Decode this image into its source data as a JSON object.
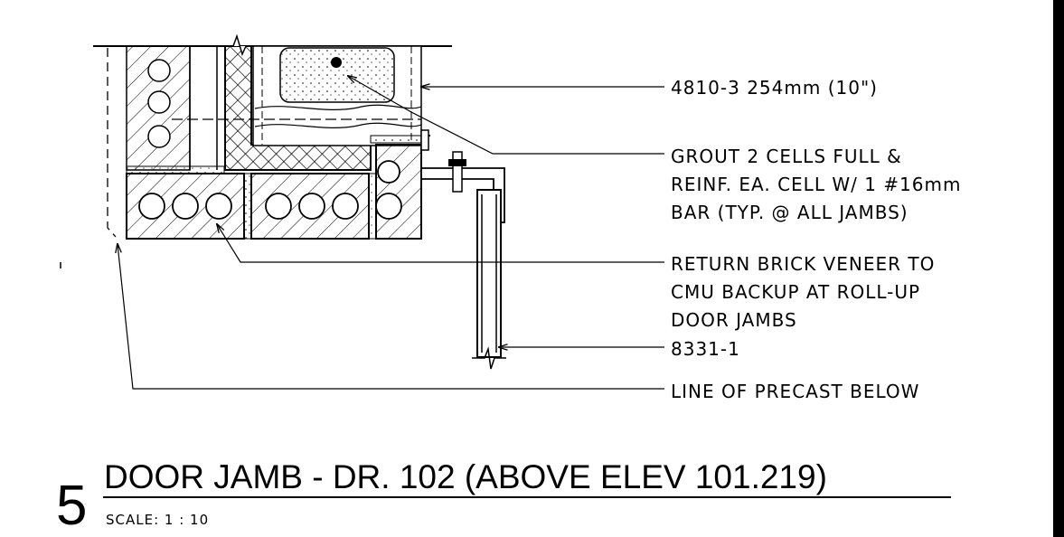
{
  "notes": {
    "wall_type": "4810-3 254mm (10\")",
    "grout": [
      "GROUT 2 CELLS FULL &",
      "REINF. EA. CELL W/ 1 #16mm",
      "BAR (TYP. @ ALL JAMBS)"
    ],
    "brick": [
      "RETURN BRICK VENEER TO",
      "CMU BACKUP AT ROLL-UP",
      "DOOR JAMBS"
    ],
    "door": "8331-1",
    "precast": "LINE OF PRECAST BELOW"
  },
  "title": {
    "number": "5",
    "text": "DOOR JAMB - DR. 102 (ABOVE ELEV 101.219)",
    "scale": "SCALE:  1 : 10"
  }
}
